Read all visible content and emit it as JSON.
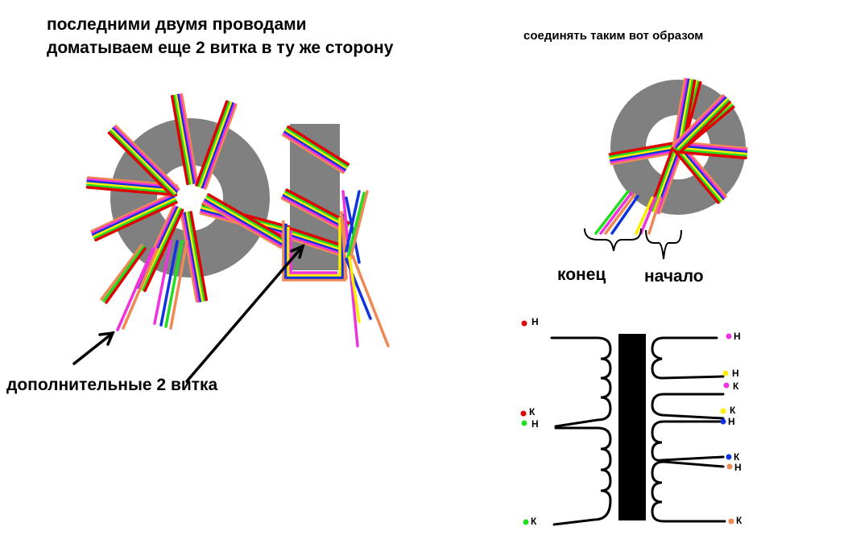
{
  "texts": {
    "title_line1": "последними двумя проводами",
    "title_line2": "доматываем еще 2 витка в ту же сторону",
    "connect_caption": "соединять таким вот образом",
    "extra_turns": "дополнительные 2 витка",
    "end_label": "конец",
    "start_label": "начало"
  },
  "schematic": {
    "left_terminals": [
      {
        "label": "Н",
        "color": "#e00000"
      },
      {
        "label": "К",
        "color": "#e00000"
      },
      {
        "label": "Н",
        "color": "#22dd22"
      },
      {
        "label": "К",
        "color": "#22dd22"
      }
    ],
    "right_terminals": [
      {
        "label": "Н",
        "color": "#ee33dd"
      },
      {
        "label": "Н",
        "color": "#ffee00"
      },
      {
        "label": "К",
        "color": "#ee33dd"
      },
      {
        "label": "К",
        "color": "#ffee00"
      },
      {
        "label": "Н",
        "color": "#1133dd"
      },
      {
        "label": "К",
        "color": "#1133dd"
      },
      {
        "label": "Н",
        "color": "#ee8855"
      },
      {
        "label": "К",
        "color": "#ee8855"
      }
    ]
  },
  "colors": {
    "core": "#808080",
    "wire_orange": "#ee8855",
    "wire_magenta": "#ee33dd",
    "wire_blue": "#1133dd",
    "wire_yellow": "#ffee00",
    "wire_green": "#22dd22",
    "wire_red": "#e00000",
    "iron_core": "#000000"
  }
}
